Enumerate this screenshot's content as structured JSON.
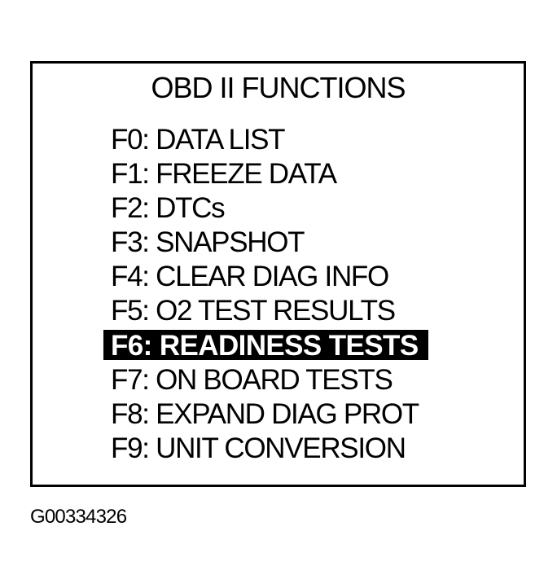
{
  "screen": {
    "title": "OBD II FUNCTIONS",
    "menu_items": [
      {
        "key": "F0",
        "label": "DATA LIST",
        "selected": false
      },
      {
        "key": "F1",
        "label": "FREEZE DATA",
        "selected": false
      },
      {
        "key": "F2",
        "label": "DTCs",
        "selected": false
      },
      {
        "key": "F3",
        "label": "SNAPSHOT",
        "selected": false
      },
      {
        "key": "F4",
        "label": "CLEAR DIAG INFO",
        "selected": false
      },
      {
        "key": "F5",
        "label": "O2 TEST RESULTS",
        "selected": false
      },
      {
        "key": "F6",
        "label": "READINESS TESTS",
        "selected": true
      },
      {
        "key": "F7",
        "label": "ON BOARD TESTS",
        "selected": false
      },
      {
        "key": "F8",
        "label": "EXPAND DIAG PROT",
        "selected": false
      },
      {
        "key": "F9",
        "label": "UNIT CONVERSION",
        "selected": false
      }
    ],
    "separator": ": "
  },
  "footer": {
    "figure_code": "G00334326"
  },
  "colors": {
    "foreground": "#000000",
    "background": "#ffffff",
    "highlight_bg": "#000000",
    "highlight_fg": "#ffffff"
  }
}
